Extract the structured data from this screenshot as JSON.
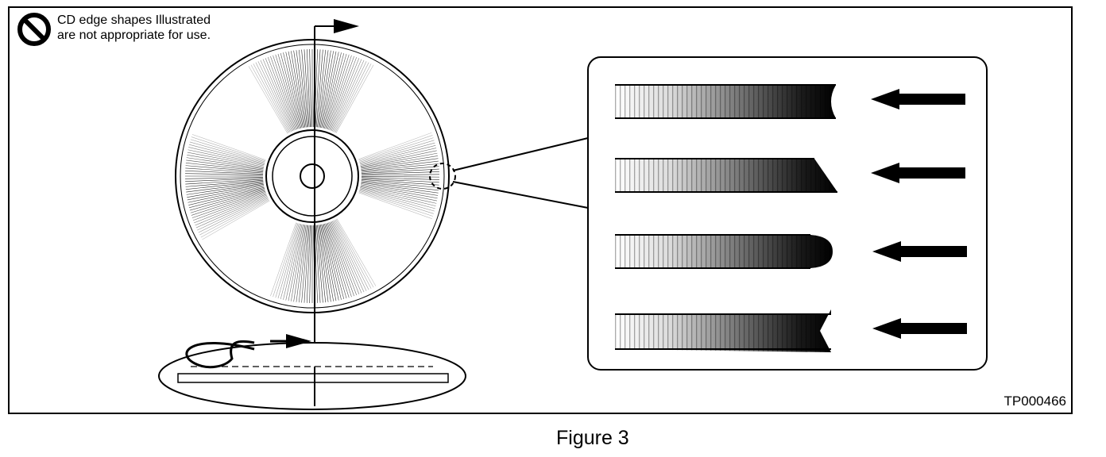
{
  "warning": {
    "icon": "prohibition-icon",
    "lines": [
      "CD edge shapes Illustrated",
      "are not appropriate for use."
    ]
  },
  "figure_code": "TP000466",
  "caption": "Figure 3",
  "edge_shapes": [
    {
      "name": "concave-notch-edge"
    },
    {
      "name": "sharp-taper-edge"
    },
    {
      "name": "rounded-bulge-edge"
    },
    {
      "name": "double-notch-edge"
    }
  ],
  "colors": {
    "ink": "#000000",
    "paper": "#ffffff"
  }
}
